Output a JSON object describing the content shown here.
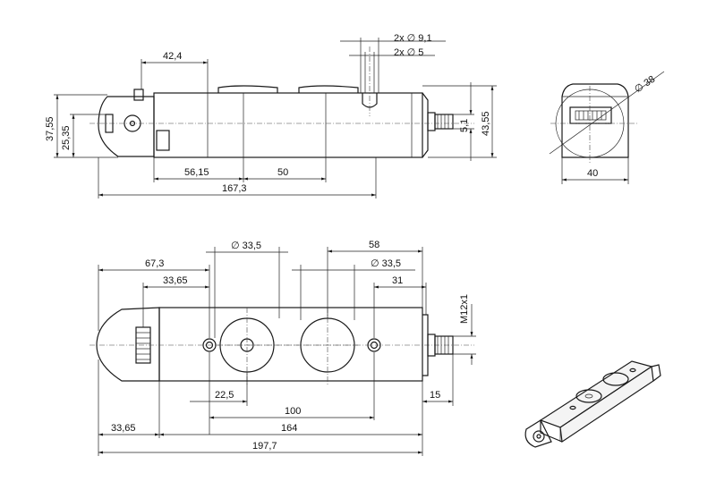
{
  "dimensions": {
    "d_42_4": "42,4",
    "d_2x_9_1": "2x ∅ 9,1",
    "d_2x_5": "2x ∅ 5",
    "d_37_55": "37,55",
    "d_25_35": "25,35",
    "d_5_1": "5,1",
    "d_43_55": "43,55",
    "d_56_15": "56,15",
    "d_50": "50",
    "d_167_3": "167,3",
    "d_38": "∅ 38",
    "d_40": "40",
    "d_33_5_a": "∅ 33,5",
    "d_58": "58",
    "d_67_3": "67,3",
    "d_33_5_b": "∅ 33,5",
    "d_33_65_a": "33,65",
    "d_31": "31",
    "d_m12": "M12x1",
    "d_22_5": "22,5",
    "d_15": "15",
    "d_100": "100",
    "d_164": "164",
    "d_33_65_b": "33,65",
    "d_197_7": "197,7"
  }
}
